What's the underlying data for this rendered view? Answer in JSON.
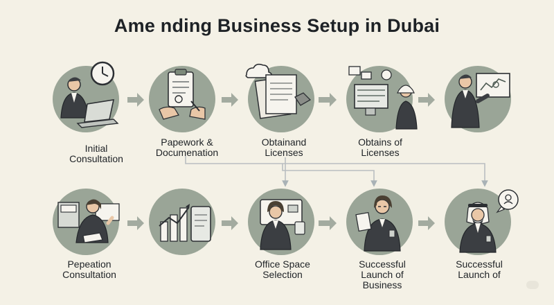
{
  "title": "Ame nding Business Setup in Dubai",
  "steps_row1": [
    {
      "label": "Initial\nConsultation",
      "icon": "clock-laptop-consultant-icon"
    },
    {
      "label": "Papework &\nDocumenation",
      "icon": "documents-signing-icon"
    },
    {
      "label": "Obtainand\nLicenses",
      "icon": "cloud-documents-icon"
    },
    {
      "label": "Obtains of\nLicenses",
      "icon": "officer-computer-icon"
    },
    {
      "label": "",
      "icon": "presenter-whiteboard-icon"
    }
  ],
  "steps_row2": [
    {
      "label": "Pepeation\nConsultation",
      "icon": "printer-worker-icon"
    },
    {
      "label": "",
      "icon": "growth-chart-tablet-icon"
    },
    {
      "label": "Office Space\nSelection",
      "icon": "woman-card-icon"
    },
    {
      "label": "Successful\nLaunch of\nBusiness",
      "icon": "woman-document-icon"
    },
    {
      "label": "Successful\nLaunch of",
      "icon": "emirati-man-speech-icon"
    }
  ],
  "colors": {
    "background": "#f4f1e6",
    "circle": "#9aa597",
    "circle_dark": "#808c7e",
    "arrow": "#a3aba0",
    "connector": "#b9bec0",
    "suit": "#3b3e42",
    "skin": "#e9c7a7",
    "paper": "#f6f4ee"
  }
}
